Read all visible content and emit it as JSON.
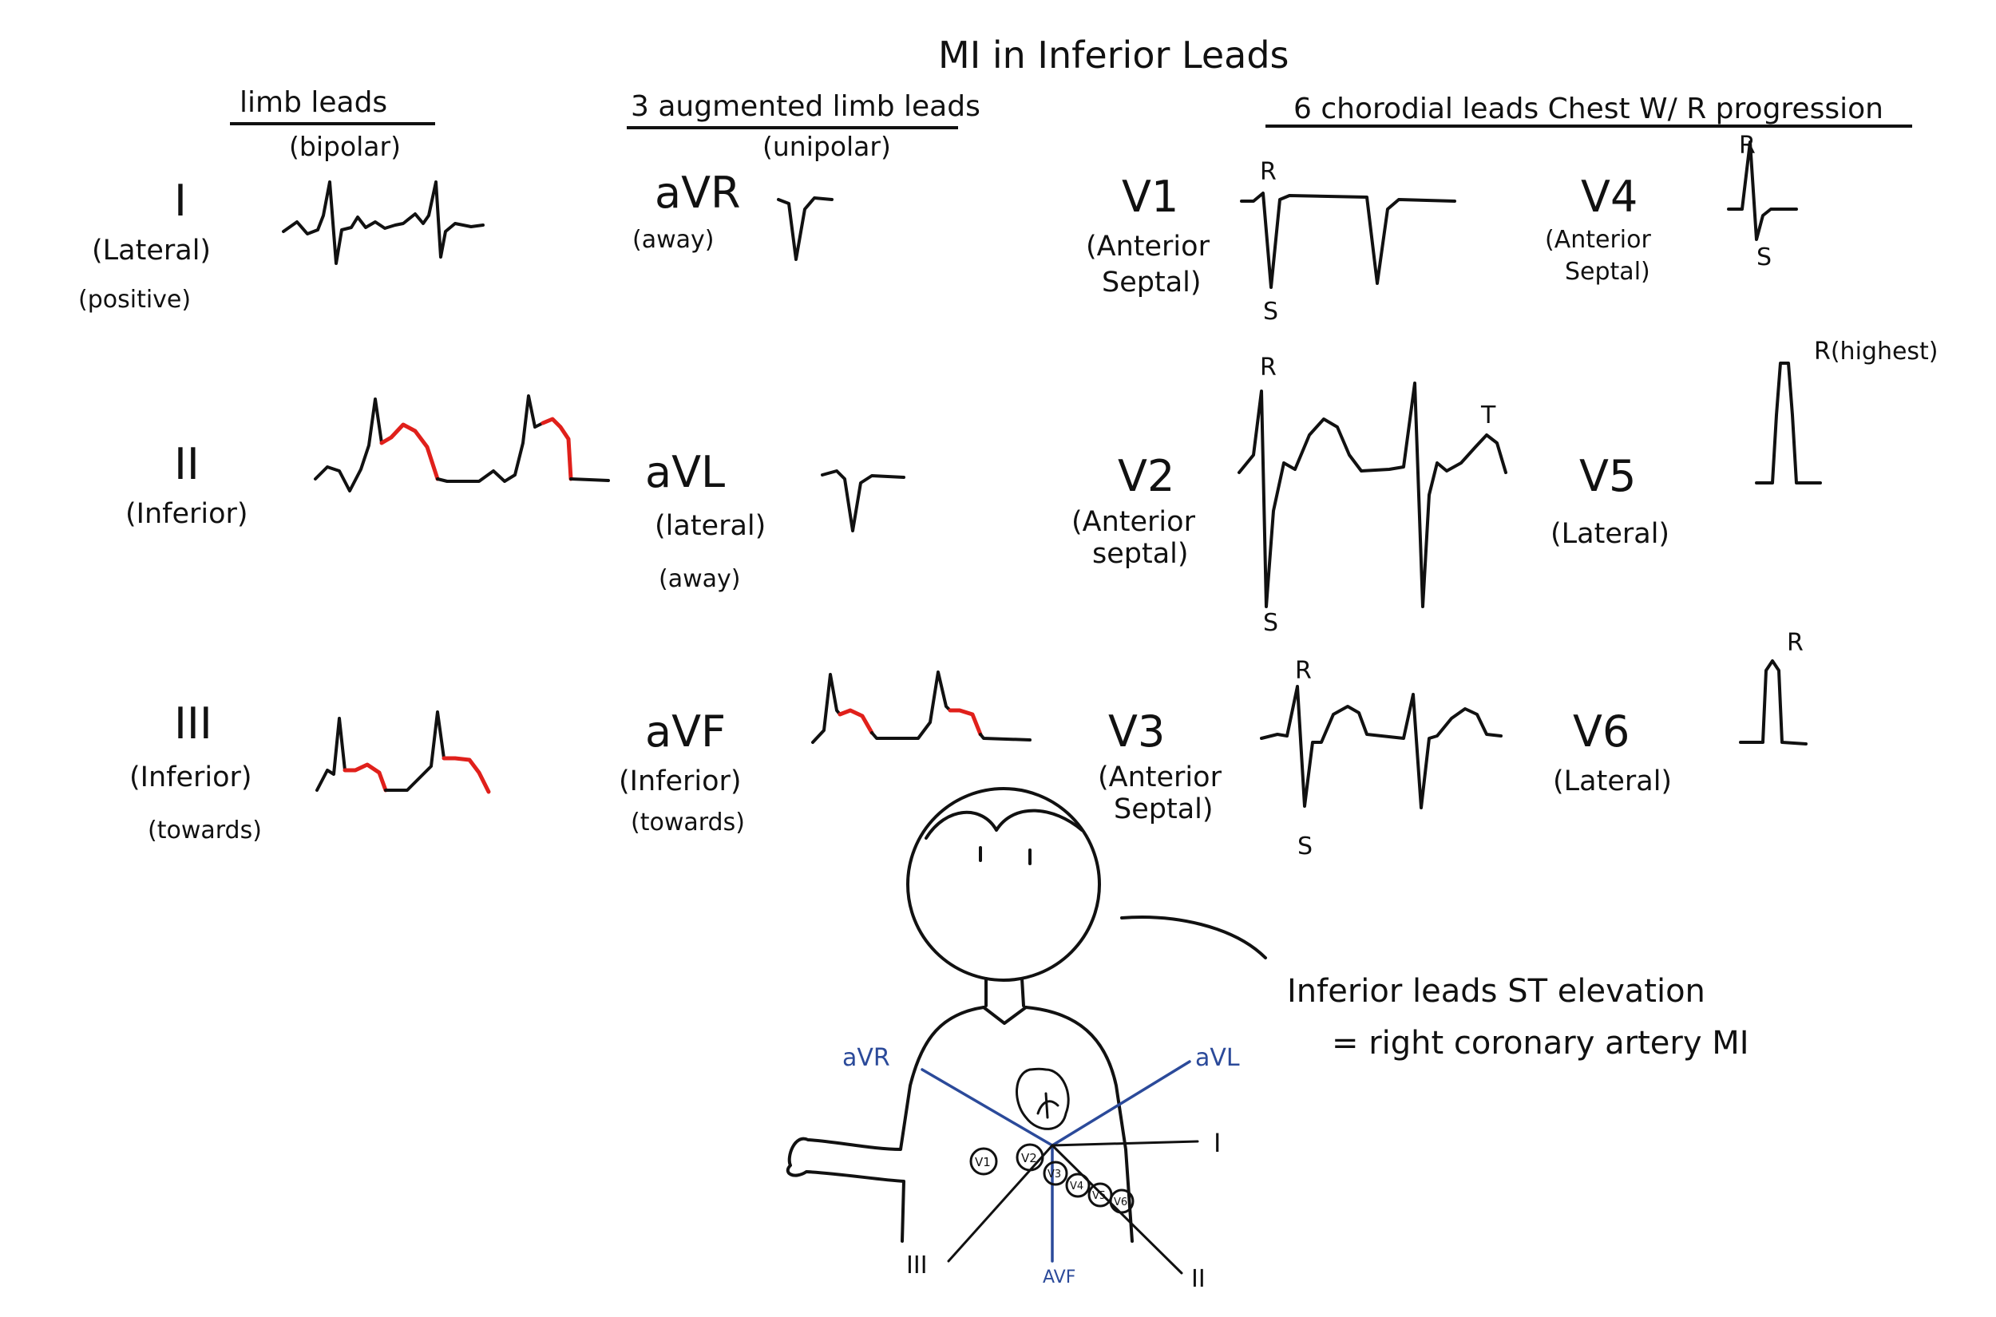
{
  "title": "MI in Inferior Leads",
  "columns": {
    "limb": {
      "heading": "limb leads",
      "sub": "(bipolar)"
    },
    "augmented": {
      "heading": "3 augmented limb leads",
      "sub": "(unipolar)"
    },
    "chest": {
      "heading": "6 chorodial leads Chest W/ R progression"
    }
  },
  "leads": {
    "I": {
      "name": "I",
      "desc1": "(Lateral)",
      "desc2": "(positive)"
    },
    "II": {
      "name": "II",
      "desc1": "(Inferior)"
    },
    "III": {
      "name": "III",
      "desc1": "(Inferior)",
      "desc2": "(towards)"
    },
    "aVR": {
      "name": "aVR",
      "desc1": "(away)"
    },
    "aVL": {
      "name": "aVL",
      "desc1": "(lateral)",
      "desc2": "(away)"
    },
    "aVF": {
      "name": "aVF",
      "desc1": "(Inferior)",
      "desc2": "(towards)"
    },
    "V1": {
      "name": "V1",
      "desc1": "(Anterior",
      "desc2": "Septal)"
    },
    "V2": {
      "name": "V2",
      "desc1": "(Anterior",
      "desc2": "septal)"
    },
    "V3": {
      "name": "V3",
      "desc1": "(Anterior",
      "desc2": "Septal)"
    },
    "V4": {
      "name": "V4",
      "desc1": "(Anterior",
      "desc2": "Septal)"
    },
    "V5": {
      "name": "V5",
      "desc1": "(Lateral)"
    },
    "V6": {
      "name": "V6",
      "desc1": "(Lateral)"
    }
  },
  "wave_labels": {
    "R": "R",
    "S": "S",
    "T": "T",
    "R_highest": "R(highest)"
  },
  "body_labels": {
    "aVR": "aVR",
    "aVL": "aVL",
    "I": "I",
    "II": "II",
    "III": "III",
    "aVF": "AVF",
    "V1": "V1",
    "V2": "V2",
    "V3": "V3",
    "V4": "V4",
    "V5": "V5",
    "V6": "V6"
  },
  "note": {
    "line1": "Inferior leads ST elevation",
    "line2": "= right coronary artery MI"
  },
  "colors": {
    "ink": "#111111",
    "st_elevation": "#e0201b",
    "axis_lines": "#2b4a9a"
  }
}
